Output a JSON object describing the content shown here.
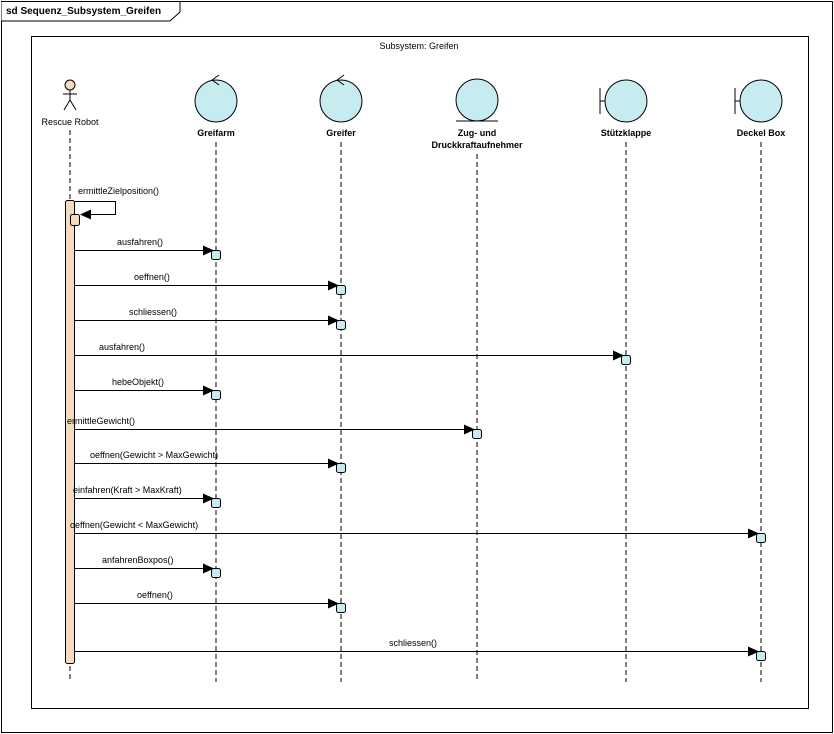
{
  "frame": {
    "title": "sd Sequenz_Subsystem_Greifen"
  },
  "subsystem": {
    "label": "Subsystem: Greifen"
  },
  "colors": {
    "fill": "#c7ecef",
    "activation": "#f5dcbf",
    "stroke": "#000000"
  },
  "actor": {
    "name": "Rescue Robot",
    "icon": "actor-stick-figure"
  },
  "lifelines": [
    {
      "id": "greifarm",
      "name": "Greifarm",
      "type": "control"
    },
    {
      "id": "greifer",
      "name": "Greifer",
      "type": "control"
    },
    {
      "id": "zug",
      "name_line1": "Zug- und",
      "name_line2": "Druckkraftaufnehmer",
      "type": "entity"
    },
    {
      "id": "stuetz",
      "name": "Stützklappe",
      "type": "boundary"
    },
    {
      "id": "deckel",
      "name": "Deckel Box",
      "type": "boundary"
    }
  ],
  "self_message": {
    "label": "ermittleZielposition()"
  },
  "messages": [
    {
      "label": "ausfahren()",
      "target": "greifarm"
    },
    {
      "label": "oeffnen()",
      "target": "greifer"
    },
    {
      "label": "schliessen()",
      "target": "greifer"
    },
    {
      "label": "ausfahren()",
      "target": "stuetz"
    },
    {
      "label": "hebeObjekt()",
      "target": "greifarm"
    },
    {
      "label": "ermittleGewicht()",
      "target": "zug"
    },
    {
      "label": "oeffnen(Gewicht > MaxGewicht)",
      "target": "greifer"
    },
    {
      "label": "einfahren(Kraft > MaxKraft)",
      "target": "greifarm"
    },
    {
      "label": "oeffnen(Gewicht < MaxGewicht)",
      "target": "deckel"
    },
    {
      "label": "anfahrenBoxpos()",
      "target": "greifarm"
    },
    {
      "label": "oeffnen()",
      "target": "greifer"
    },
    {
      "label": "schliessen()",
      "target": "deckel"
    }
  ]
}
